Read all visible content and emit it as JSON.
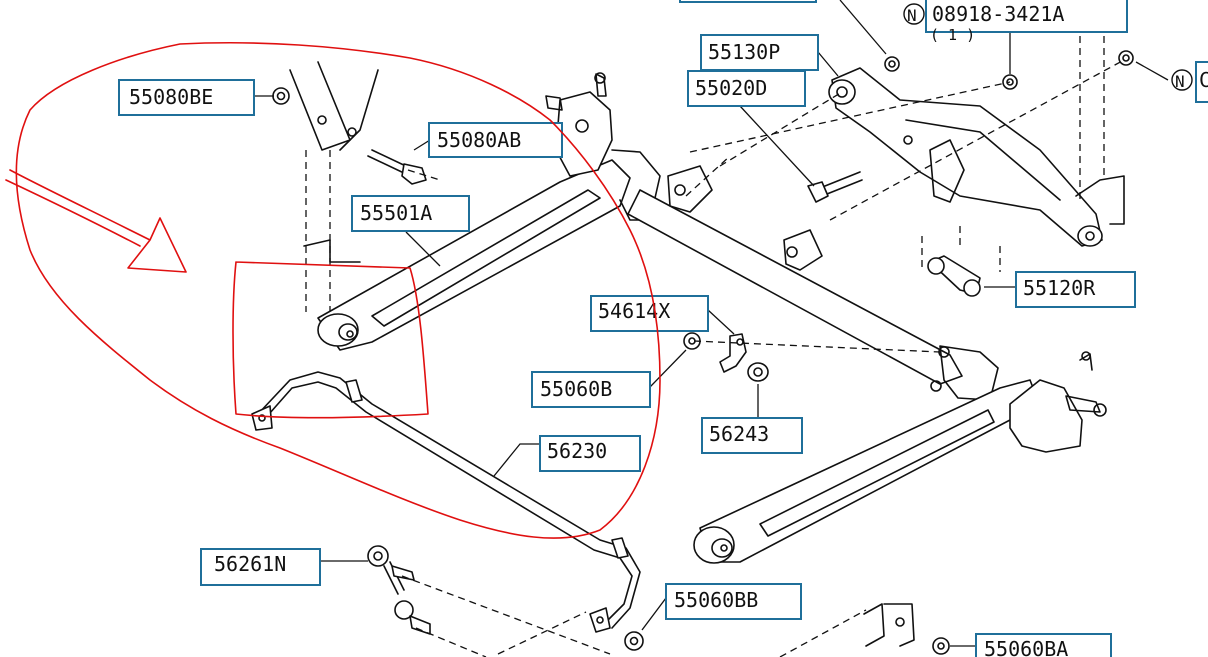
{
  "diagram": {
    "callouts": [
      {
        "id": "55080BE",
        "text": "55080BE"
      },
      {
        "id": "55080AB",
        "text": "55080AB"
      },
      {
        "id": "55501A",
        "text": "55501A"
      },
      {
        "id": "55130P",
        "text": "55130P"
      },
      {
        "id": "55020D",
        "text": "55020D"
      },
      {
        "id": "08918-3421A",
        "text": "08918-3421A"
      },
      {
        "id": "55120R",
        "text": "55120R"
      },
      {
        "id": "54614X",
        "text": "54614X"
      },
      {
        "id": "55060B",
        "text": "55060B"
      },
      {
        "id": "56243",
        "text": "56243"
      },
      {
        "id": "56230",
        "text": "56230"
      },
      {
        "id": "56261N",
        "text": "56261N"
      },
      {
        "id": "55060BB",
        "text": "55060BB"
      },
      {
        "id": "55060BA",
        "text": "55060BA"
      }
    ],
    "nut_marker": "N",
    "quantity_note": "( 1 )",
    "clipped_callout": "C"
  },
  "colors": {
    "label_border": "#1f6f9a",
    "line_art": "#111111",
    "annotation": "#e01010"
  }
}
